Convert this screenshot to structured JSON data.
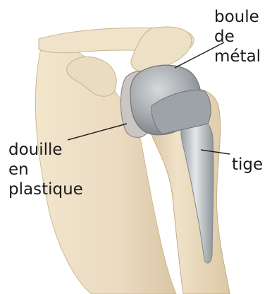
{
  "labels": {
    "metal_ball": [
      "boule",
      "de",
      "métal"
    ],
    "plastic_socket": [
      "douille",
      "en",
      "plastique"
    ],
    "stem": "tige"
  },
  "colors": {
    "bone": "#ebdcc0",
    "bone_shadow": "#d6c3a0",
    "metal": "#a3a7ab",
    "metal_dark": "#7d8287",
    "metal_light": "#d3d6d9",
    "plastic": "#c8c3c2",
    "leader": "#222222"
  }
}
